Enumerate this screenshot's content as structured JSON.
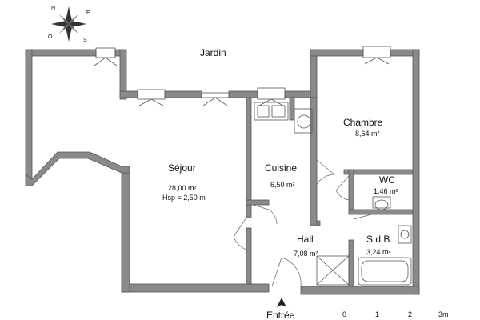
{
  "compass": {
    "north": "N",
    "east": "E",
    "south": "S",
    "west": "O"
  },
  "garden": "Jardin",
  "rooms": [
    {
      "id": "sejour",
      "name": "Séjour",
      "area": "28,00 m²",
      "extra": "Hsp = 2,50 m"
    },
    {
      "id": "cuisine",
      "name": "Cuisine",
      "area": "6,50 m²"
    },
    {
      "id": "chambre",
      "name": "Chambre",
      "area": "8,64 m²"
    },
    {
      "id": "wc",
      "name": "WC",
      "area": "1,46 m²"
    },
    {
      "id": "hall",
      "name": "Hall",
      "area": "7,08 m²"
    },
    {
      "id": "sdb",
      "name": "S.d.B",
      "area": "3,24 m²"
    }
  ],
  "entrance": "Entrée",
  "scale": [
    "0",
    "1",
    "2",
    "3m"
  ]
}
